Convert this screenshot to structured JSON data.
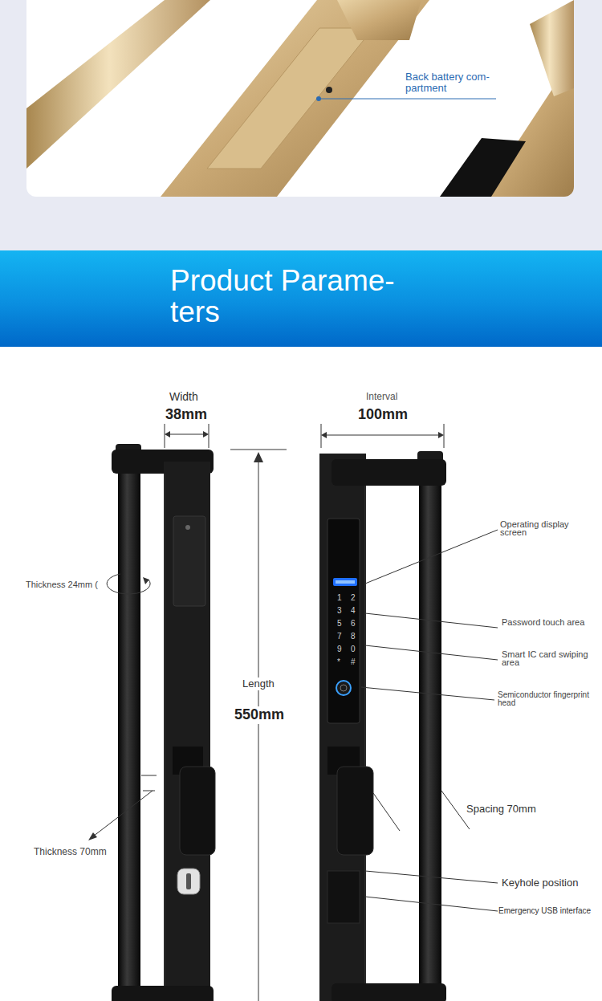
{
  "diagram": {
    "title": "Product Parame- ters",
    "labels": [
      "Back battery com- partment",
      "Width",
      "38mm",
      "Interval",
      "100mm",
      "Operating display screen",
      "Thickness 24mm (",
      "1",
      "2",
      "3",
      "4",
      "5",
      "6",
      "7",
      "8",
      "9",
      "0",
      "*",
      "#",
      "Password touch area",
      "Smart IC card swiping area",
      "Length",
      "550mm",
      "Semiconductor fingerprint head",
      "Spacing 70mm",
      "Thickness 70mm",
      "Keyhole position",
      "Emergency USB interface"
    ]
  }
}
